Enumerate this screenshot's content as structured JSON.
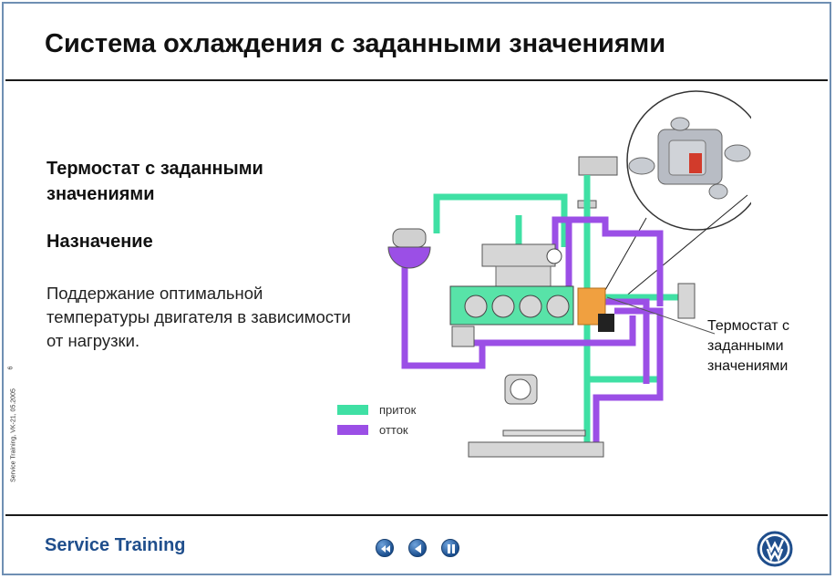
{
  "slide": {
    "title": "Система охлаждения с заданными значениями",
    "side_caption": "Service Training, VK-21, 05.2005",
    "page_number": "6"
  },
  "content": {
    "heading_line1": "Термостат с заданными",
    "heading_line2": "значениями",
    "purpose_heading": "Назначение",
    "description_line1": "Поддержание оптимальной",
    "description_line2": "температуры двигателя в зависимости",
    "description_line3": "от нагрузки."
  },
  "diagram": {
    "callout_line1": "Термостат с",
    "callout_line2": "заданными",
    "callout_line3": "значениями",
    "legend": [
      {
        "label": "приток",
        "color": "#3fe0a4"
      },
      {
        "label": "отток",
        "color": "#9b4fe6"
      }
    ]
  },
  "footer": {
    "brand": "Service Training",
    "nav_buttons": [
      "rewind-icon",
      "back-icon",
      "pause-icon"
    ]
  },
  "colors": {
    "supply": "#3fe0a4",
    "return": "#9b4fe6",
    "thermostat": "#f0a040",
    "engine": "#58e3a8",
    "accent_blue": "#1f4e8c"
  }
}
